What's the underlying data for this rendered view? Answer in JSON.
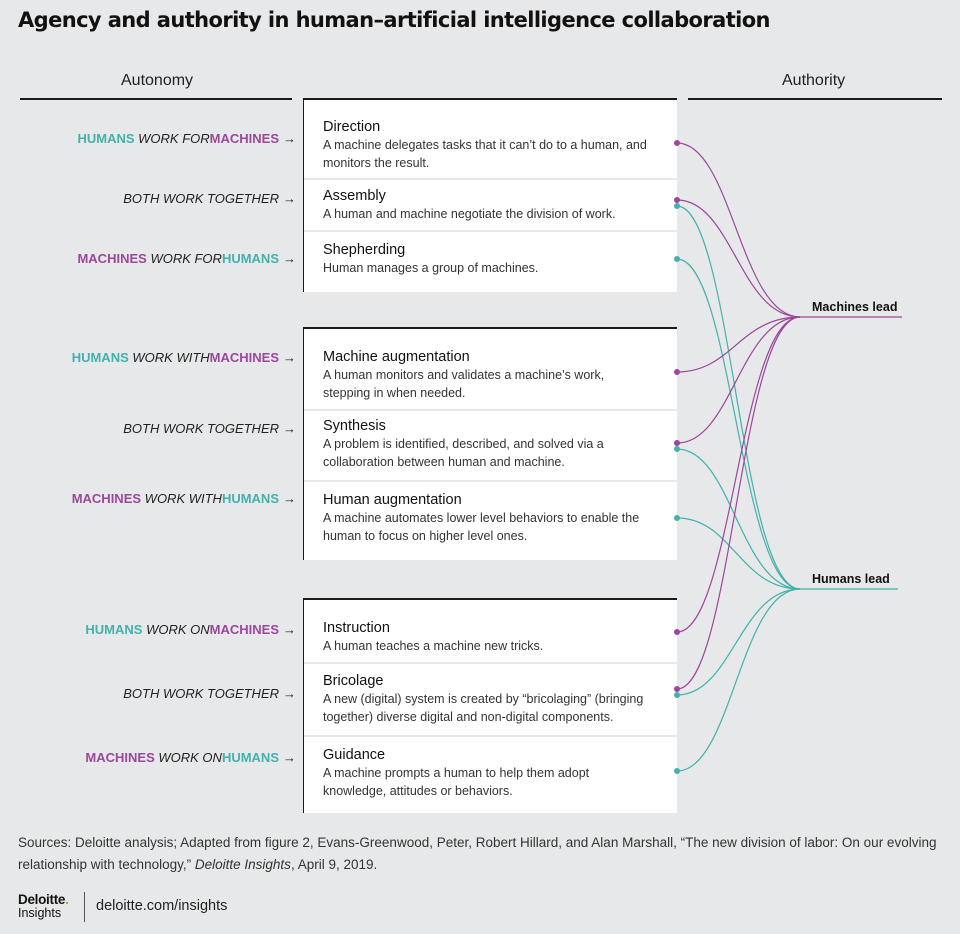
{
  "title": "Agency and authority in human–artificial intelligence collaboration",
  "headers": {
    "autonomy": "Autonomy",
    "authority": "Authority"
  },
  "colors": {
    "humans": "#43b1ac",
    "machines": "#9b479b",
    "background": "#e7e8e9",
    "panel": "#ffffff"
  },
  "arrow": "→",
  "groups": [
    {
      "items": [
        {
          "title": "Direction",
          "desc": "A machine delegates tasks that it can’t do to a human, and monitors the result.",
          "left": {
            "kind": "HM",
            "first": "HUMANS",
            "verb": "WORK FOR",
            "second": "MACHINES"
          },
          "connects": [
            "machines-lead"
          ]
        },
        {
          "title": "Assembly",
          "desc": "A human and machine negotiate the division of work.",
          "left": {
            "kind": "both",
            "text": "BOTH WORK TOGETHER"
          },
          "connects": [
            "machines-lead",
            "humans-lead"
          ]
        },
        {
          "title": "Shepherding",
          "desc": "Human manages a group of machines.",
          "left": {
            "kind": "MH",
            "first": "MACHINES",
            "verb": "WORK FOR",
            "second": "HUMANS"
          },
          "connects": [
            "humans-lead"
          ]
        }
      ]
    },
    {
      "items": [
        {
          "title": "Machine augmentation",
          "desc": "A human monitors and validates a machine’s work, stepping in when needed.",
          "left": {
            "kind": "HM",
            "first": "HUMANS",
            "verb": "WORK WITH",
            "second": "MACHINES"
          },
          "connects": [
            "machines-lead"
          ]
        },
        {
          "title": "Synthesis",
          "desc": "A problem is identified, described, and solved via a collaboration between human and machine.",
          "left": {
            "kind": "both",
            "text": "BOTH WORK TOGETHER"
          },
          "connects": [
            "machines-lead",
            "humans-lead"
          ]
        },
        {
          "title": "Human augmentation",
          "desc": "A machine automates lower level behaviors to enable the human to focus on higher level ones.",
          "left": {
            "kind": "MH",
            "first": "MACHINES",
            "verb": "WORK WITH",
            "second": "HUMANS"
          },
          "connects": [
            "humans-lead"
          ]
        }
      ]
    },
    {
      "items": [
        {
          "title": "Instruction",
          "desc": "A human teaches a machine new tricks.",
          "left": {
            "kind": "HM",
            "first": "HUMANS",
            "verb": "WORK ON",
            "second": "MACHINES"
          },
          "connects": [
            "machines-lead"
          ]
        },
        {
          "title": "Bricolage",
          "desc": "A new (digital) system is created by “bricolaging” (bringing together) diverse digital and non-digital components.",
          "left": {
            "kind": "both",
            "text": "BOTH WORK TOGETHER"
          },
          "connects": [
            "machines-lead",
            "humans-lead"
          ]
        },
        {
          "title": "Guidance",
          "desc": "A machine prompts a human to help them adopt knowledge, attitudes or behaviors.",
          "left": {
            "kind": "MH",
            "first": "MACHINES",
            "verb": "WORK ON",
            "second": "HUMANS"
          },
          "connects": [
            "humans-lead"
          ]
        }
      ]
    }
  ],
  "leads": {
    "machines": {
      "id": "machines-lead",
      "label": "Machines lead"
    },
    "humans": {
      "id": "humans-lead",
      "label": "Humans lead"
    }
  },
  "sources_prefix": "Sources:  Deloitte analysis; Adapted from figure 2, Evans-Greenwood, Peter, Robert Hillard, and Alan Marshall, “The new division of labor: On our evolving relationship with technology,”",
  "sources_pub": "Deloitte Insights",
  "sources_suffix": ", April 9, 2019.",
  "logo": {
    "main": "Deloitte",
    "dot": ".",
    "sub": "Insights"
  },
  "site": "deloitte.com/insights"
}
